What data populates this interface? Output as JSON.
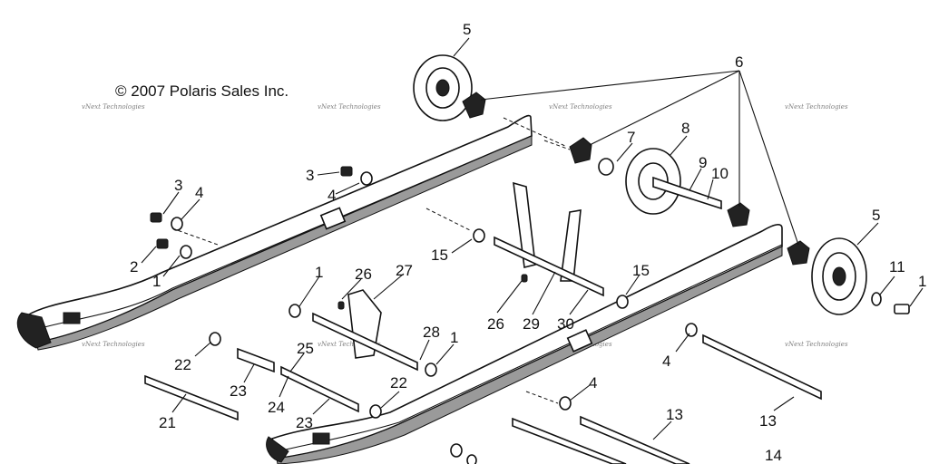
{
  "copyright": "© 2007 Polaris Sales Inc.",
  "watermark": "vNext Technologies",
  "callouts": {
    "c1a": "1",
    "c1b": "1",
    "c1c": "1",
    "c1d": "1",
    "c2": "2",
    "c3a": "3",
    "c3b": "3",
    "c4a": "4",
    "c4b": "4",
    "c4c": "4",
    "c4d": "4",
    "c5a": "5",
    "c5b": "5",
    "c6": "6",
    "c7": "7",
    "c8": "8",
    "c9": "9",
    "c10": "10",
    "c11": "11",
    "c13a": "13",
    "c13b": "13",
    "c14": "14",
    "c15a": "15",
    "c15b": "15",
    "c21": "21",
    "c22a": "22",
    "c22b": "22",
    "c23a": "23",
    "c23b": "23",
    "c24": "24",
    "c25": "25",
    "c26a": "26",
    "c26b": "26",
    "c27": "27",
    "c28": "28",
    "c29": "29",
    "c30": "30"
  }
}
